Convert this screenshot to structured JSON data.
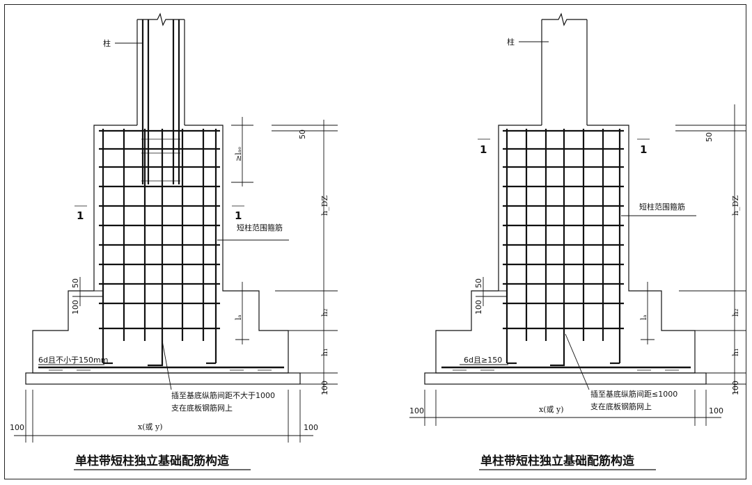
{
  "left": {
    "column_label": "柱",
    "embed_label": "≥lₐₑ",
    "section_mark": "1",
    "stirrup_label": "短柱范围箍筋",
    "dim_50_top": "50",
    "h_dz": "h_DZ",
    "h2": "h₂",
    "h1": "h₁",
    "la": "lₐ",
    "dim_50_step": "50",
    "dim_100_step": "100",
    "base_note": "6d且不小于150mm",
    "insert_note_line1": "插至基底纵筋间距不大于1000",
    "insert_note_line2": "支在底板钢筋网上",
    "dim_100_bottom": "100",
    "dim_100_left": "100",
    "dim_100_right": "100",
    "width_label": "x(或 y)",
    "caption": "单柱带短柱独立基础配筋构造"
  },
  "right": {
    "column_label": "柱",
    "section_mark": "1",
    "stirrup_label": "短柱范围箍筋",
    "dim_50_top": "50",
    "h_dz": "h_DZ",
    "h2": "h₂",
    "h1": "h₁",
    "la": "lₐ",
    "dim_50_step": "50",
    "dim_100_step": "100",
    "base_note": "6d且≥150",
    "insert_note_line1": "插至基底纵筋间距≤1000",
    "insert_note_line2": "支在底板钢筋网上",
    "dim_100_bottom": "100",
    "dim_100_left": "100",
    "dim_100_right": "100",
    "width_label": "x(或 y)",
    "caption": "单柱带短柱独立基础配筋构造"
  }
}
